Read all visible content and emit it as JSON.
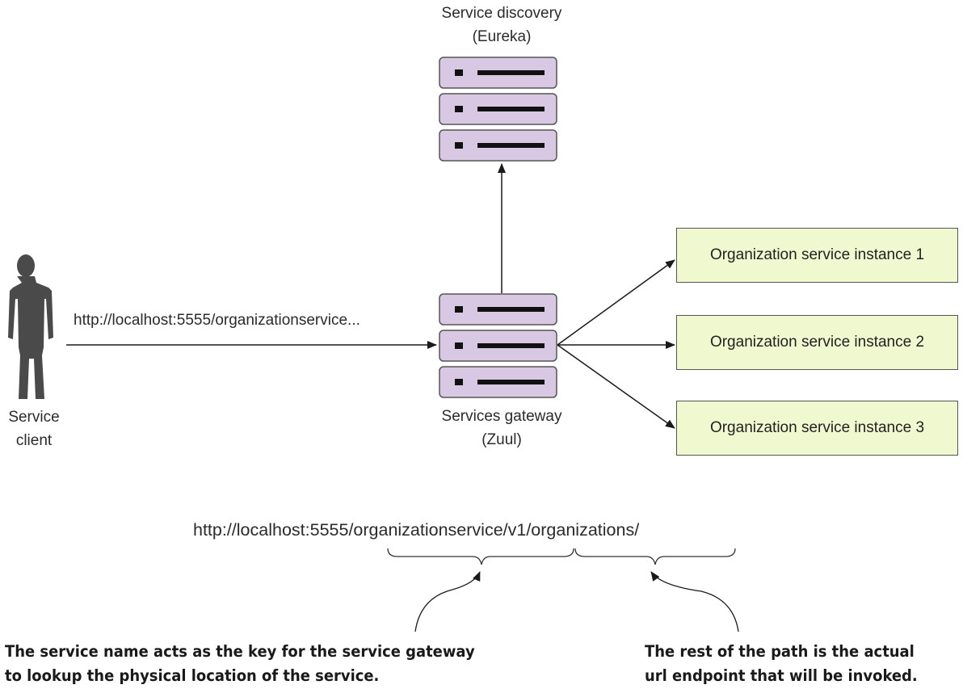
{
  "discovery": {
    "title": "Service discovery",
    "subtitle": "(Eureka)"
  },
  "gateway": {
    "title": "Services gateway",
    "subtitle": "(Zuul)"
  },
  "client": {
    "line1": "Service",
    "line2": "client",
    "icon": "person-silhouette-icon"
  },
  "request_url": "http://localhost:5555/organizationservice...",
  "instances": [
    "Organization service instance 1",
    "Organization service instance 2",
    "Organization service instance 3"
  ],
  "full_url": "http://localhost:5555/organizationservice/v1/organizations/",
  "notes": {
    "service_name": {
      "line1": "The service name acts as the key for the service gateway",
      "line2": "to lookup the physical location of the service."
    },
    "rest_of_path": {
      "line1": "The rest of the path is the actual",
      "line2": "url endpoint that will be invoked."
    }
  },
  "colors": {
    "server_fill": "#d9c8e3",
    "server_stroke": "#555555",
    "instance_fill": "#f0f8cf"
  }
}
